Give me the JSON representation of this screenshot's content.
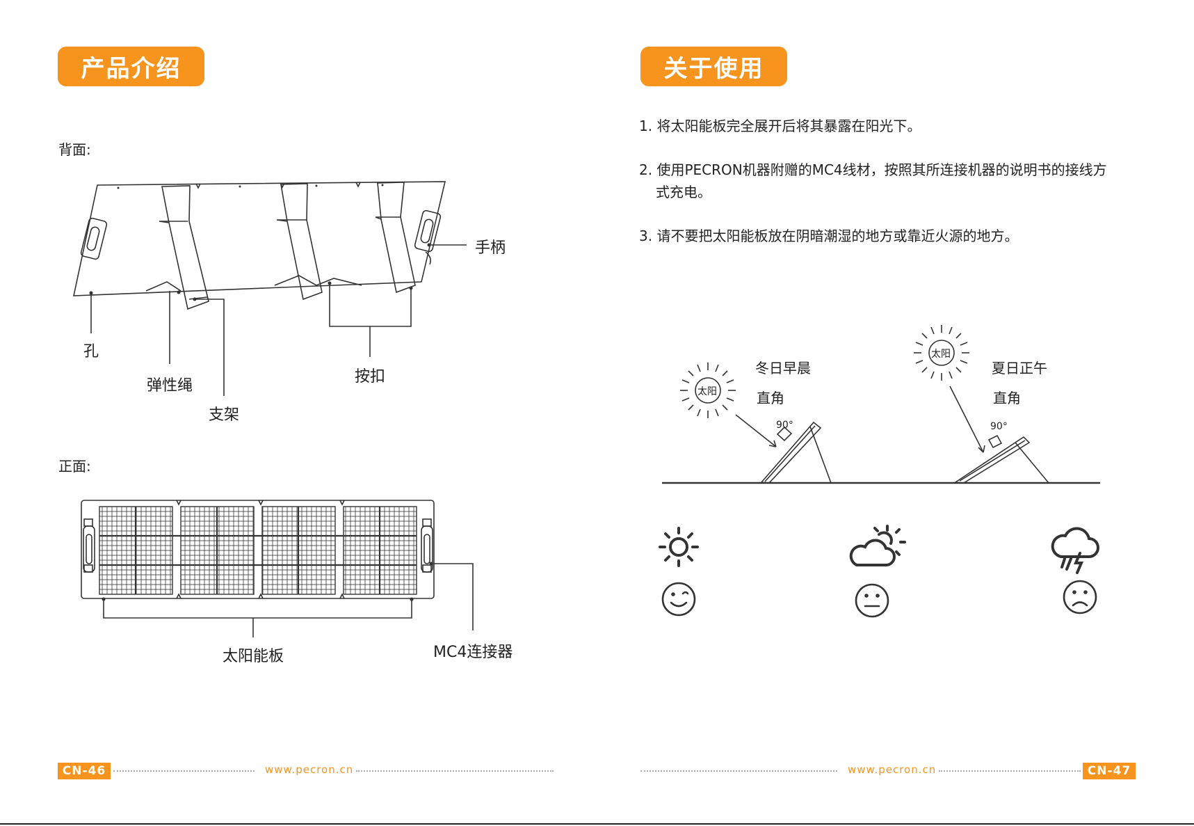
{
  "left_page": {
    "section_title": "产品介绍",
    "back_label": "背面:",
    "front_label": "正面:",
    "back_callouts": {
      "handle": "手柄",
      "hole": "孔",
      "elastic_cord": "弹性绳",
      "bracket": "支架",
      "buckle": "按扣"
    },
    "front_callouts": {
      "solar_panel": "太阳能板",
      "mc4_connector": "MC4连接器"
    },
    "page_number": "CN-46",
    "url": "www.pecron.cn"
  },
  "right_page": {
    "section_title": "关于使用",
    "steps": [
      {
        "line1": "1. 将太阳能板完全展开后将其暴露在阳光下。",
        "line2": ""
      },
      {
        "line1": "2. 使用PECRON机器附赠的MC4线材，按照其所连接机器的说明书的接线方",
        "line2": "式充电。"
      },
      {
        "line1": "3. 请不要把太阳能板放在阴暗潮湿的地方或靠近火源的地方。",
        "line2": ""
      }
    ],
    "sun_label": "太阳",
    "winter": {
      "title": "冬日早晨",
      "angle_label": "直角",
      "angle_value": "90°"
    },
    "summer": {
      "title": "夏日正午",
      "angle_label": "直角",
      "angle_value": "90°"
    },
    "weather": [
      {
        "icon": "sunny-icon",
        "mood": "smiling-face-icon"
      },
      {
        "icon": "partly-cloudy-icon",
        "mood": "neutral-face-icon"
      },
      {
        "icon": "thunderstorm-icon",
        "mood": "sad-face-icon"
      }
    ],
    "page_number": "CN-47",
    "url": "www.pecron.cn"
  },
  "colors": {
    "accent": "#f7941d",
    "line": "#333333"
  }
}
